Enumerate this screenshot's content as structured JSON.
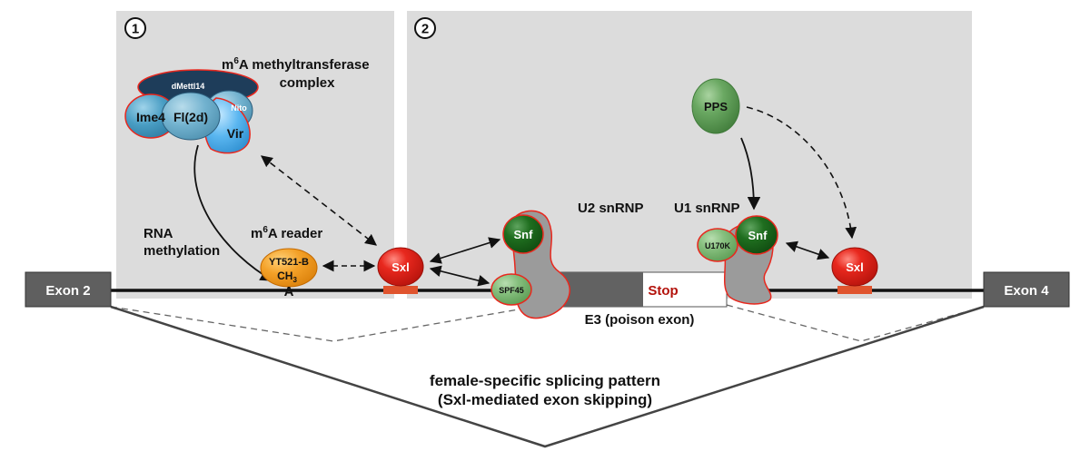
{
  "panels": {
    "panel1_number": "1",
    "panel2_number": "2"
  },
  "exons": {
    "exon2": "Exon 2",
    "exon4": "Exon 4",
    "e3_stop": "Stop",
    "e3_label": "E3 (poison exon)"
  },
  "complex": {
    "title_line1_prefix": "m",
    "title_sup": "6",
    "title_line1_suffix": "A methyltransferase",
    "title_line2": "complex",
    "dmettl14": "dMettl14",
    "ime4": "Ime4",
    "fl2d": "Fl(2d)",
    "vir": "Vir",
    "nito": "Nito"
  },
  "reader": {
    "label_prefix": "m",
    "label_sup": "6",
    "label_suffix": "A reader",
    "protein": "YT521-B",
    "ch3": "CH",
    "ch3_sub": "3",
    "base": "A"
  },
  "methylation": {
    "line1": "RNA",
    "line2": "methylation"
  },
  "sxl": {
    "left": "Sxl",
    "right": "Sxl"
  },
  "u2": {
    "label": "U2 snRNP",
    "snf": "Snf",
    "spf45": "SPF45"
  },
  "u1": {
    "label": "U1 snRNP",
    "snf": "Snf",
    "u170k": "U170K"
  },
  "pps": "PPS",
  "caption": {
    "line1": "female-specific splicing pattern",
    "line2": "(Sxl-mediated exon skipping)"
  },
  "colors": {
    "panel_bg": "#dcdcdc",
    "exon_box": "#5f5f5f",
    "sxl_red": "#e8281e",
    "snf_green": "#1f6e1f",
    "reader_orange": "#f4a128"
  }
}
